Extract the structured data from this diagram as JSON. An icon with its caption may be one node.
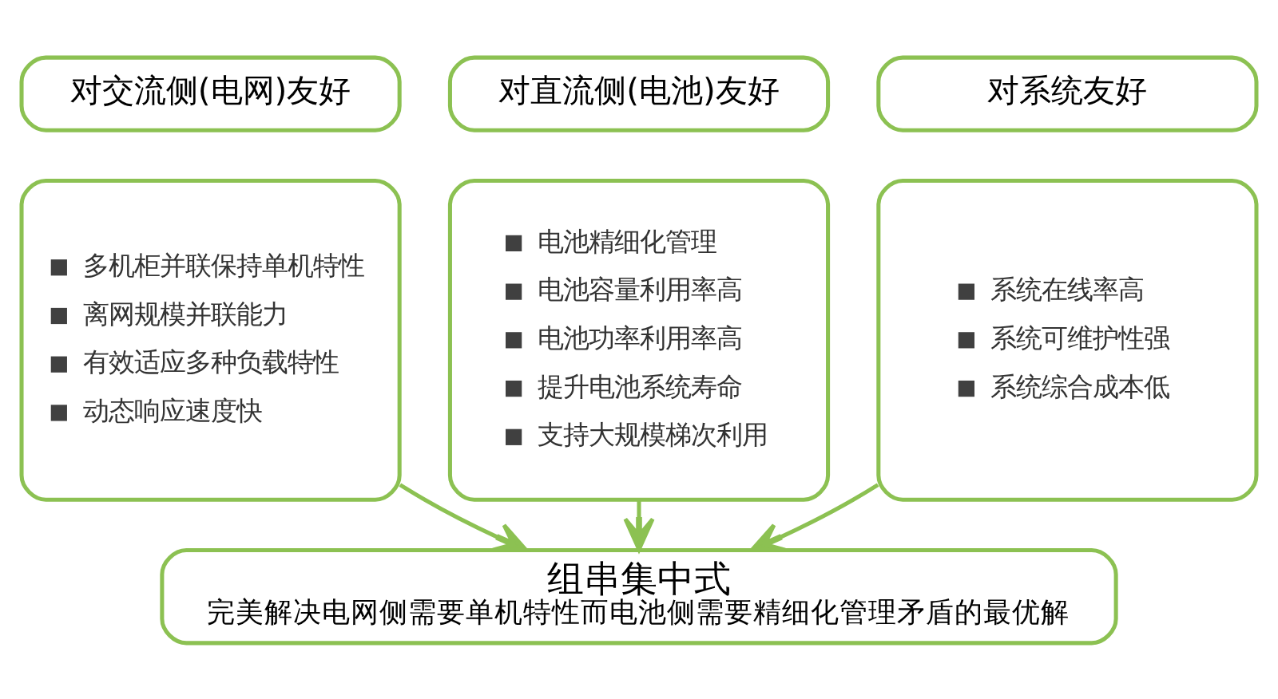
{
  "diagram": {
    "nodes": [
      {
        "text": [
          "对交流侧(电网)友好"
        ]
      },
      {
        "text": [
          "多机柜并联保持单机特性",
          "离网规模并联能力",
          "有效适应多种负载特性",
          "动态响应速度快"
        ]
      },
      {
        "text": [
          "对直流侧(电池)友好"
        ]
      },
      {
        "text": [
          "电池精细化管理",
          "电池容量利用率高",
          "电池功率利用率高",
          "提升电池系统寿命",
          "支持大规模梯次利用"
        ]
      },
      {
        "text": [
          "对系统友好"
        ]
      },
      {
        "text": [
          "系统在线率高",
          "系统可维护性强",
          "系统综合成本低"
        ]
      },
      {
        "text": [
          "组串集中式",
          "完美解决电网侧需要单机特性而电池侧需要精细化管理矛盾的最优解"
        ]
      }
    ],
    "edges": [
      {
        "from": 1,
        "to": 6,
        "arrow": "to"
      },
      {
        "from": 3,
        "to": 6,
        "arrow": "to"
      },
      {
        "from": 5,
        "to": 6,
        "arrow": "to"
      }
    ]
  }
}
